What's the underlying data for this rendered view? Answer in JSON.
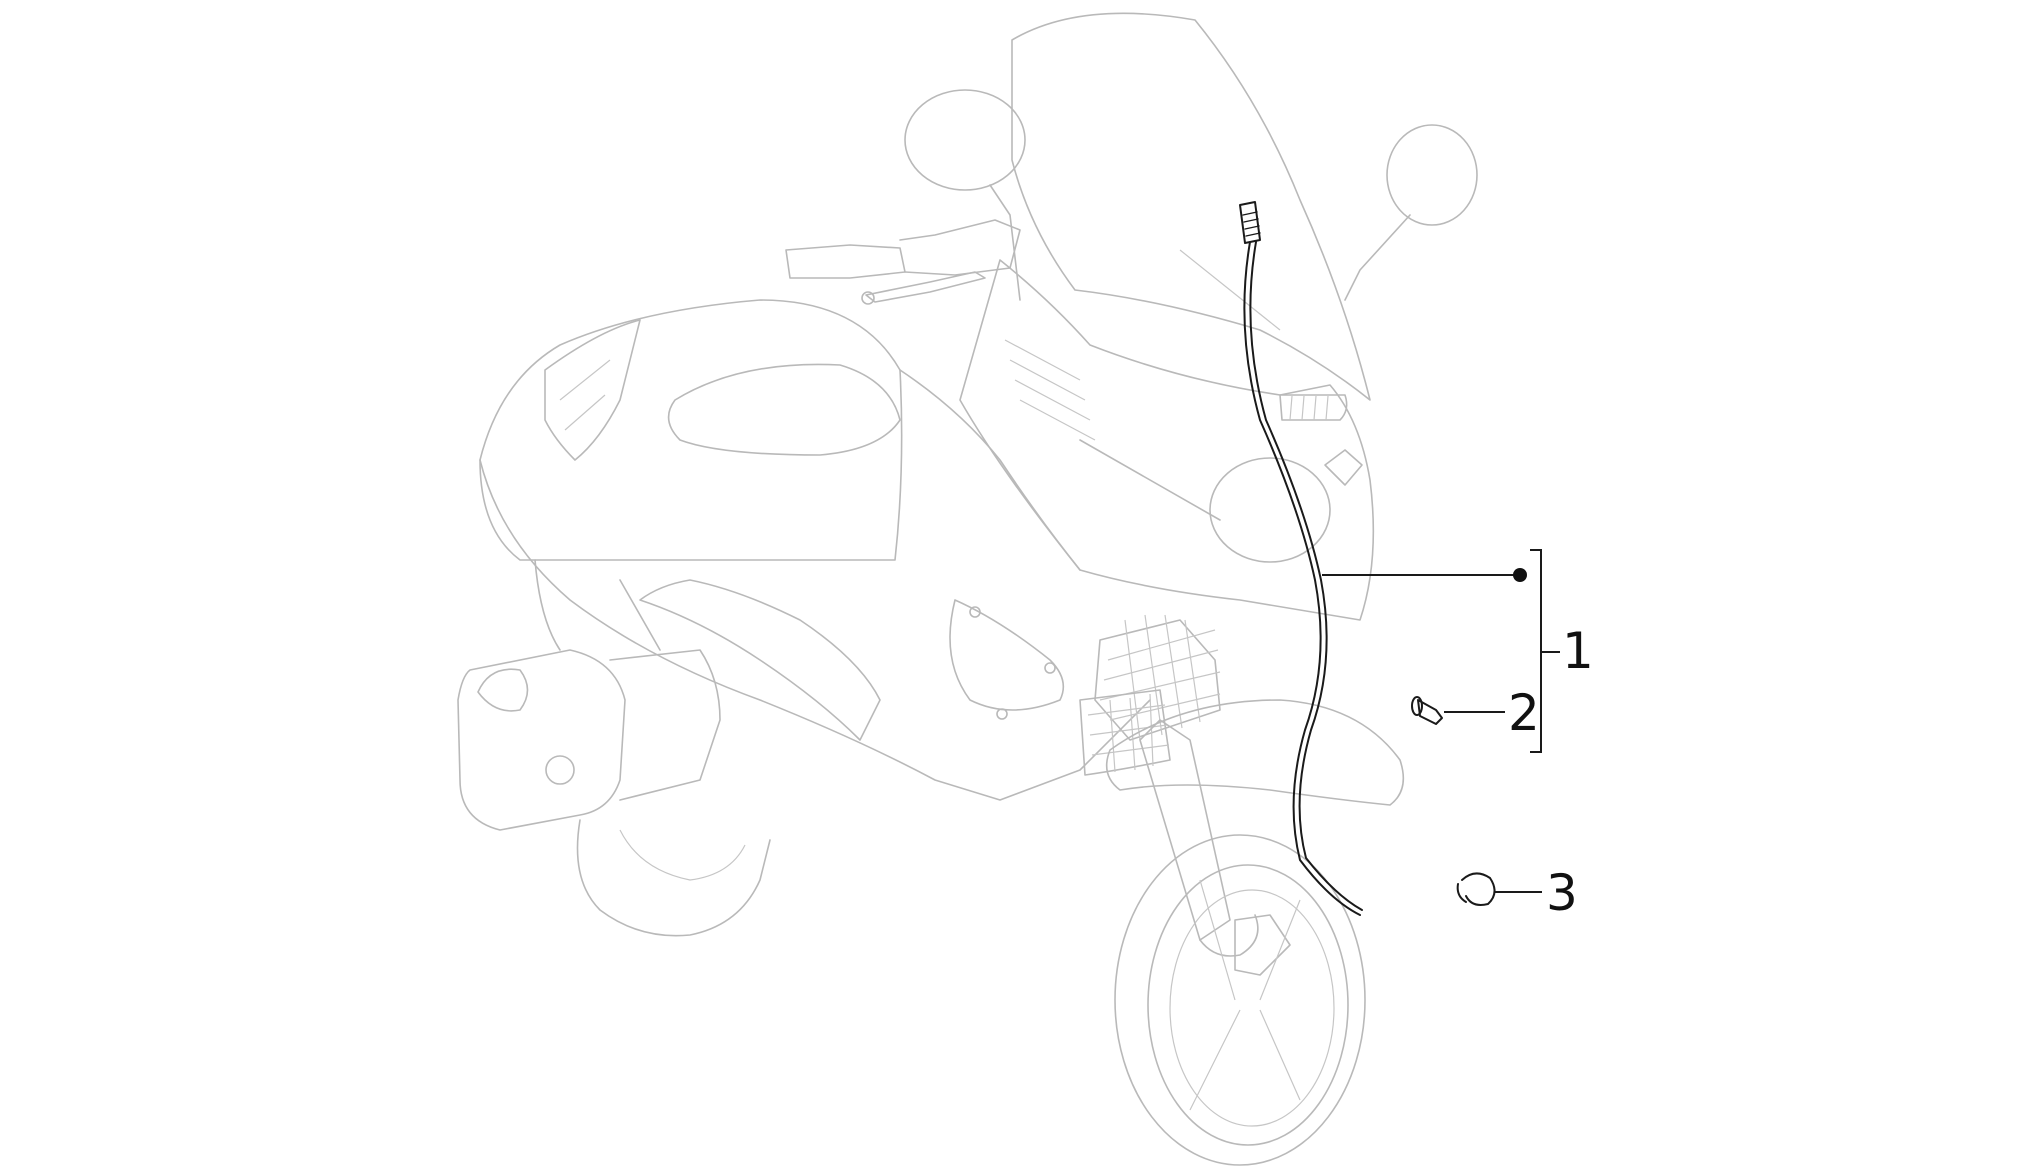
{
  "callouts": [
    {
      "number": "1"
    },
    {
      "number": "2"
    },
    {
      "number": "3"
    }
  ],
  "colors": {
    "background": "#ffffff",
    "ghost_line": "#b9b9b9",
    "part_line": "#1a1a1a"
  }
}
